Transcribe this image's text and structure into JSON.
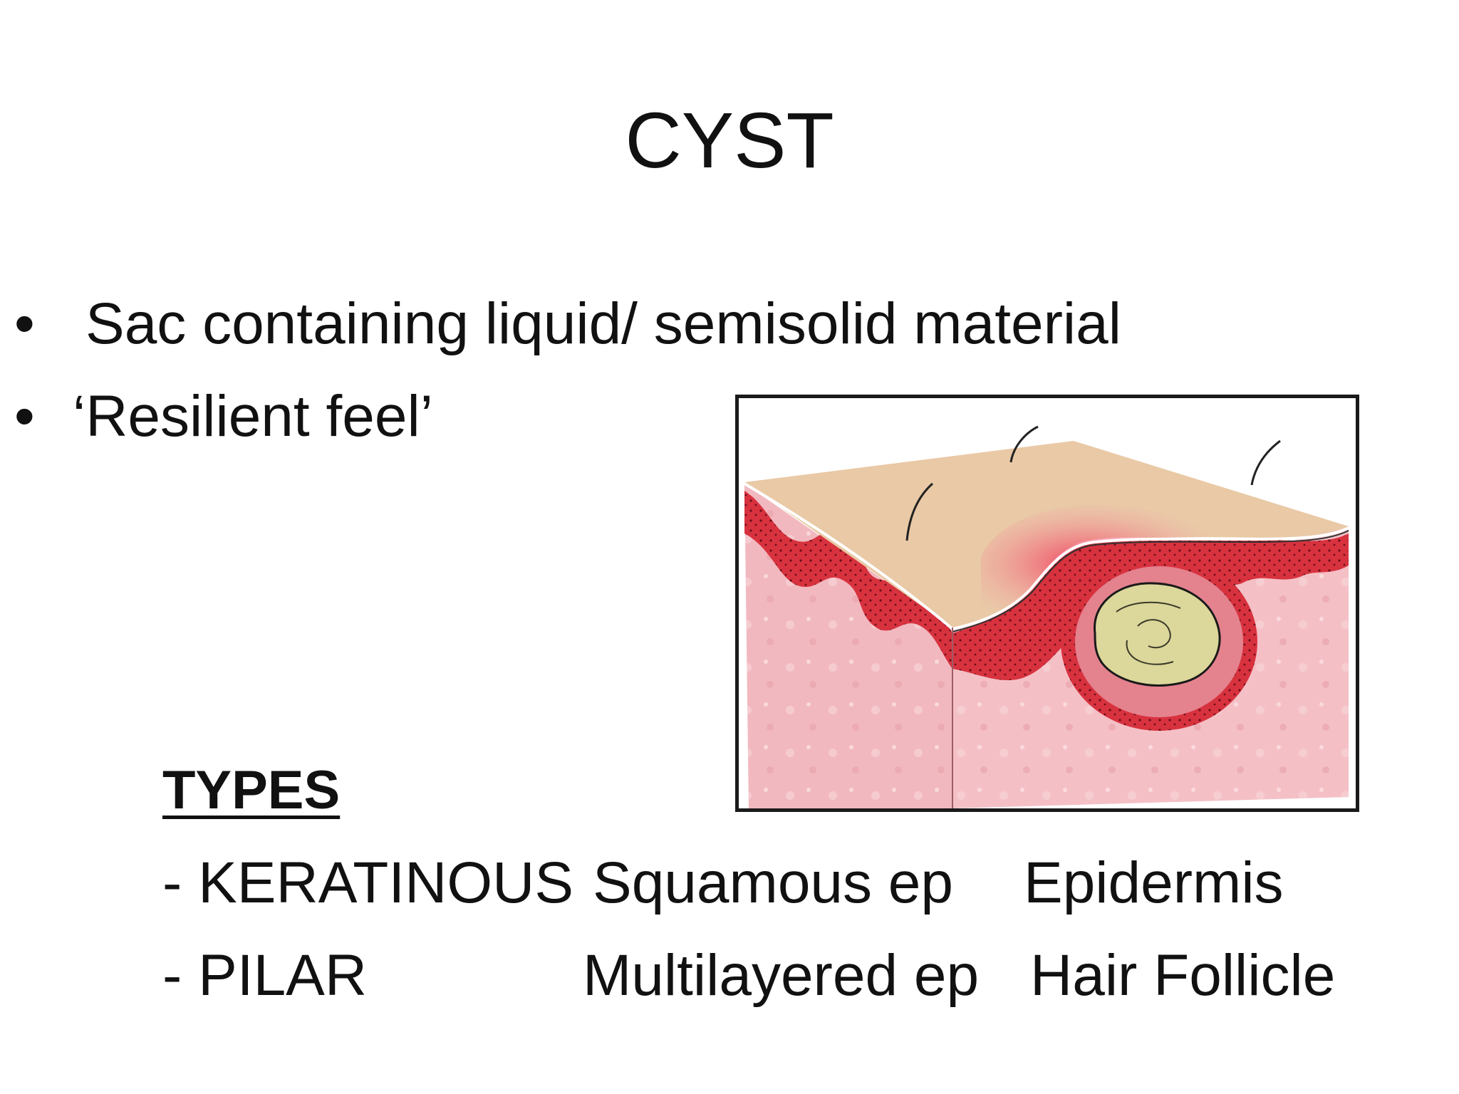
{
  "slide": {
    "title": "CYST",
    "bullets": [
      {
        "marker": "•",
        "text": "Sac containing liquid/ semisolid material"
      },
      {
        "marker": "•",
        "text": "‘Resilient feel’"
      }
    ],
    "types": {
      "heading": "TYPES",
      "rows": [
        {
          "type": "- KERATINOUS",
          "lining": "Squamous ep",
          "origin": "Epidermis"
        },
        {
          "type": "- PILAR",
          "lining": "Multilayered ep",
          "origin": "Hair Follicle"
        }
      ]
    }
  },
  "colors": {
    "skin_surface": "#e9c9a6",
    "dermis": "#f2b8bf",
    "epidermis_band": "#d8323f",
    "inflammation": "#ee4f63",
    "cyst_content": "#dcd79a",
    "frame": "#1a1a1a"
  }
}
